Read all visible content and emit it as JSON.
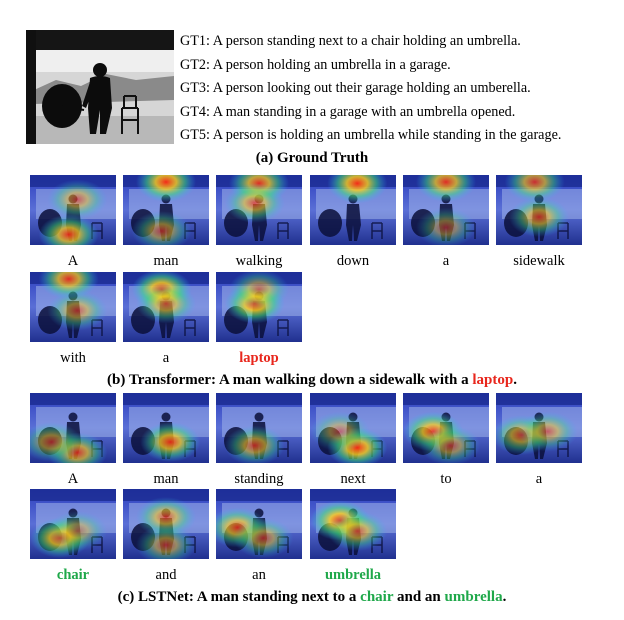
{
  "ground_truth": {
    "lines": [
      "GT1: A person standing next to a chair holding an umbrella.",
      "GT2: A person holding an umbrella in a garage.",
      "GT3: A person looking out their garage holding an umberella.",
      "GT4: A man standing in a garage with an umbrella opened.",
      "GT5: A person is holding an umbrella while standing in the garage."
    ],
    "caption": "(a) Ground Truth"
  },
  "transformer": {
    "words": [
      "A",
      "man",
      "walking",
      "down",
      "a",
      "sidewalk",
      "with",
      "a",
      "laptop"
    ],
    "caption_prefix": "(b) Transformer: A man walking down a sidewalk with a ",
    "caption_highlight": "laptop",
    "caption_suffix": ".",
    "highlight_color": "#e8261c"
  },
  "lstnet": {
    "words": [
      "A",
      "man",
      "standing",
      "next",
      "to",
      "a",
      "chair",
      "and",
      "an",
      "umbrella"
    ],
    "caption_prefix": "(c) LSTNet: A man standing next to a ",
    "caption_highlight_1": "chair",
    "caption_middle": " and an ",
    "caption_highlight_2": "umbrella",
    "caption_suffix": ".",
    "highlight_color": "#1fa84a"
  }
}
